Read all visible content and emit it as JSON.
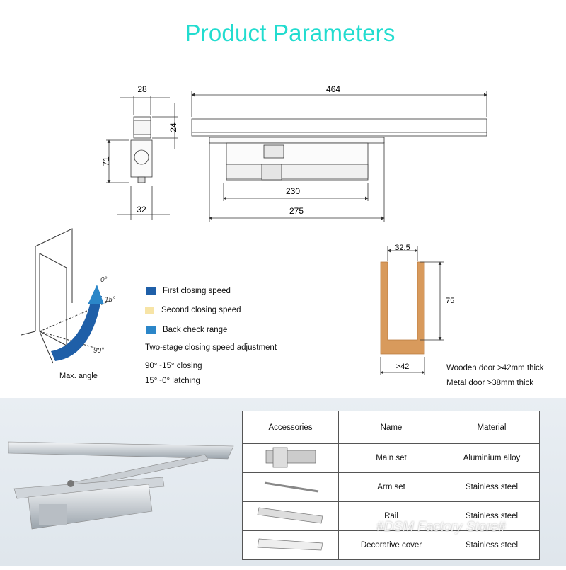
{
  "title": "Product Parameters",
  "dimensions": {
    "top_width": "28",
    "height_24": "24",
    "height_71": "71",
    "bottom_width": "32",
    "length_464": "464",
    "length_230": "230",
    "length_275": "275",
    "profile_width": "32.5",
    "profile_height": "75",
    "profile_door": ">42"
  },
  "angles": {
    "a0": "0°",
    "a15": "15°",
    "a90": "90°",
    "max_angle": "Max. angle"
  },
  "legend": {
    "items": [
      {
        "label": "First closing speed",
        "color": "#1f5fa8"
      },
      {
        "label": "Second closing speed",
        "color": "#f7e4a6"
      },
      {
        "label": "Back check range",
        "color": "#2b86c8"
      }
    ],
    "note_title": "Two-stage closing speed adjustment",
    "note_1": "90°~15° closing",
    "note_2": "15°~0° latching"
  },
  "door_notes": {
    "wooden": "Wooden door >42mm thick",
    "metal": "Metal door >38mm thick"
  },
  "accessories_table": {
    "headers": [
      "Accessories",
      "Name",
      "Material"
    ],
    "rows": [
      {
        "name": "Main set",
        "material": "Aluminium alloy"
      },
      {
        "name": "Arm set",
        "material": "Stainless steel"
      },
      {
        "name": "Rail",
        "material": "Stainless steel"
      },
      {
        "name": "Decorative cover",
        "material": "Stainless steel"
      }
    ]
  },
  "watermark": "#DSM Factory Store#",
  "colors": {
    "title": "#22dccf",
    "door_profile": "#d89a5c"
  }
}
